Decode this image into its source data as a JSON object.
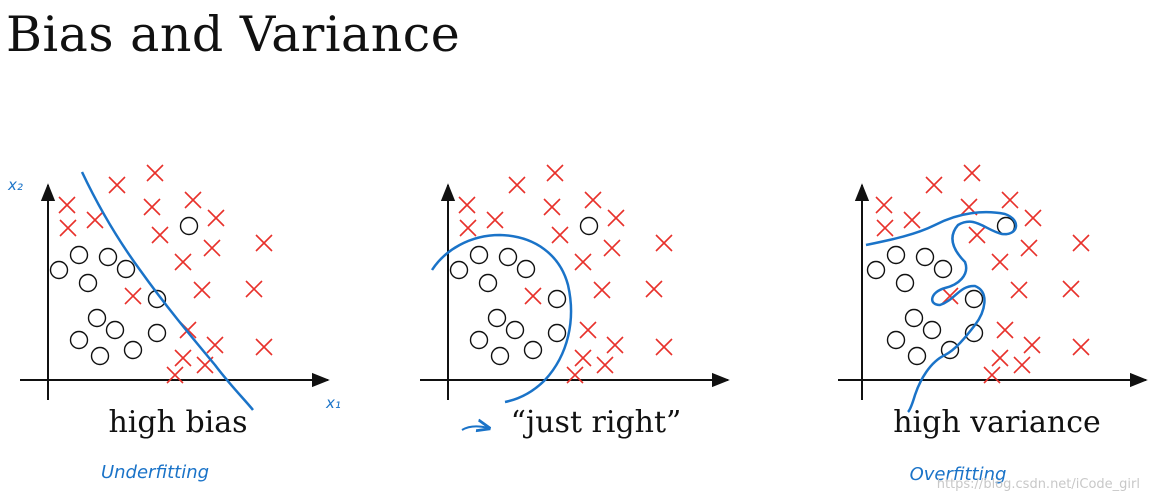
{
  "title": "Bias and Variance",
  "panels": [
    {
      "caption": "high bias",
      "annotation": "Underfitting",
      "axis_x_label": "x₁",
      "axis_y_label": "x₂"
    },
    {
      "caption": "“just right”"
    },
    {
      "caption": "high variance",
      "annotation": "Overfitting"
    }
  ],
  "watermark": "https://blog.csdn.net/iCode_girl",
  "colors": {
    "cross": "#e8312b",
    "circle": "#111111",
    "boundary": "#1a73c8",
    "axis": "#111111"
  }
}
